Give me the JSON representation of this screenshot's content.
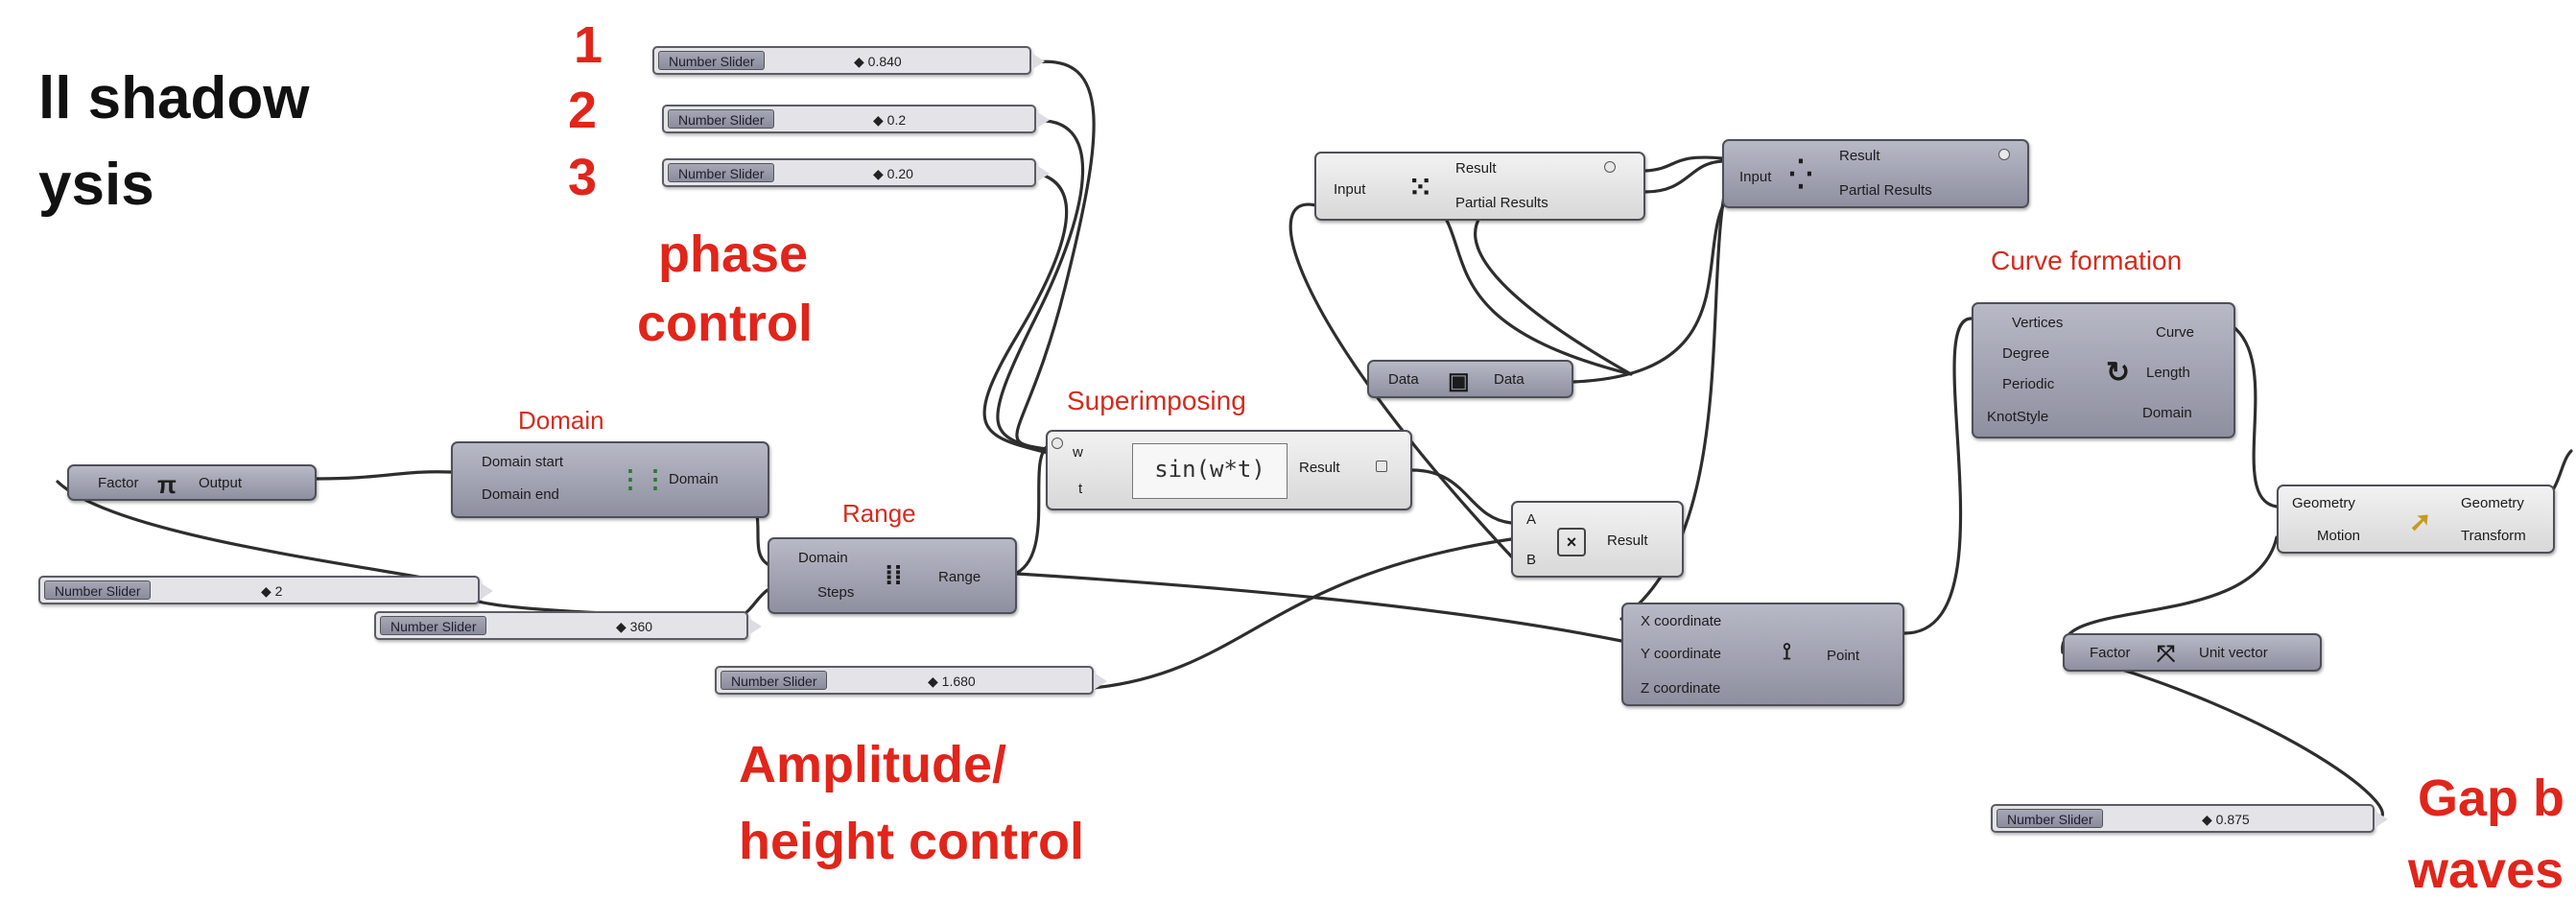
{
  "title": {
    "line1": "ll shadow",
    "line2": "ysis"
  },
  "numbers": {
    "one": "1",
    "two": "2",
    "three": "3"
  },
  "annotations": {
    "phase": "phase",
    "control": "control",
    "domain": "Domain",
    "range": "Range",
    "superimposing": "Superimposing",
    "curve_formation": "Curve formation",
    "amplitude": "Amplitude/",
    "height_control": "height control",
    "gap": "Gap b",
    "waves": "waves"
  },
  "sliders": {
    "s1": {
      "label": "Number Slider",
      "value": "0.840"
    },
    "s2": {
      "label": "Number Slider",
      "value": "0.2"
    },
    "s3": {
      "label": "Number Slider",
      "value": "0.20"
    },
    "s4": {
      "label": "Number Slider",
      "value": "2"
    },
    "s5": {
      "label": "Number Slider",
      "value": "360"
    },
    "s6": {
      "label": "Number Slider",
      "value": "1.680"
    },
    "s7": {
      "label": "Number Slider",
      "value": "0.875"
    }
  },
  "components": {
    "pi": {
      "input": "Factor",
      "output": "Output",
      "icon": "π"
    },
    "domain": {
      "in1": "Domain start",
      "in2": "Domain end",
      "output": "Domain"
    },
    "range": {
      "in1": "Domain",
      "in2": "Steps",
      "output": "Range"
    },
    "expression": {
      "in1": "w",
      "in2": "t",
      "expr": "sin(w*t)",
      "output": "Result"
    },
    "mass1": {
      "input": "Input",
      "out1": "Result",
      "out2": "Partial Results"
    },
    "mass2": {
      "input": "Input",
      "out1": "Result",
      "out2": "Partial Results"
    },
    "data": {
      "input": "Data",
      "output": "Data"
    },
    "multiply": {
      "in1": "A",
      "in2": "B",
      "output": "Result"
    },
    "point": {
      "in1": "X coordinate",
      "in2": "Y coordinate",
      "in3": "Z coordinate",
      "output": "Point"
    },
    "curve": {
      "in1": "Vertices",
      "in2": "Degree",
      "in3": "Periodic",
      "in4": "KnotStyle",
      "out1": "Curve",
      "out2": "Length",
      "out3": "Domain"
    },
    "move": {
      "in1": "Geometry",
      "in2": "Motion",
      "out1": "Geometry",
      "out2": "Transform"
    },
    "unitvec": {
      "input": "Factor",
      "output": "Unit vector"
    }
  }
}
